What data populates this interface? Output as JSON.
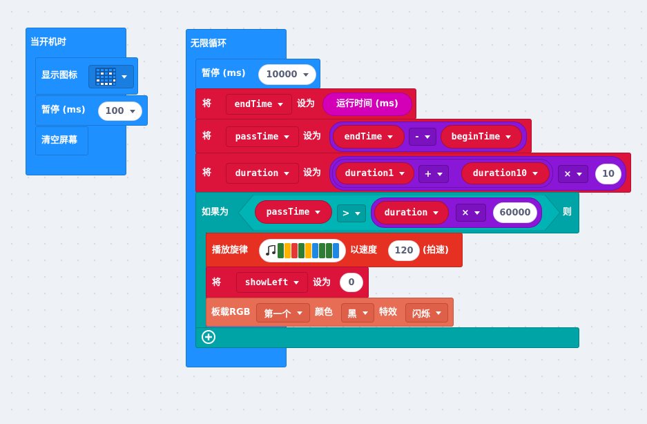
{
  "on_start": {
    "hat": "当开机时",
    "show_icon": {
      "label": "显示图标",
      "icon": "smiley-led-icon"
    },
    "pause": {
      "label": "暂停 (ms)",
      "value": "100"
    },
    "clear": {
      "label": "清空屏幕"
    }
  },
  "forever": {
    "hat": "无限循环",
    "pause": {
      "label": "暂停 (ms)",
      "value": "10000"
    },
    "set1": {
      "keyword": "将",
      "var": "endTime",
      "to": "设为",
      "value": "运行时间 (ms)"
    },
    "set2": {
      "keyword": "将",
      "var": "passTime",
      "to": "设为",
      "left": "endTime",
      "op": "-",
      "right": "beginTime"
    },
    "set3": {
      "keyword": "将",
      "var": "duration",
      "to": "设为",
      "a": "duration1",
      "op1": "+",
      "b": "duration10",
      "op2": "×",
      "c": "10"
    },
    "if": {
      "label": "如果为",
      "left": "passTime",
      "cmp": ">",
      "a": "duration",
      "op": "×",
      "b": "60000",
      "then": "则"
    },
    "melody": {
      "label": "播放旋律",
      "speed_label": "以速度",
      "speed": "120",
      "unit": "(拍速)",
      "note_icon": "music-note-icon",
      "colors": [
        "#2e7d32",
        "#ffb300",
        "#e53935",
        "#2e7d32",
        "#ffb300",
        "#1e88e5",
        "#2e7d32",
        "#2e7d32",
        "#1e88e5"
      ]
    },
    "set4": {
      "keyword": "将",
      "var": "showLeft",
      "to": "设为",
      "value": "0"
    },
    "rgb": {
      "label": "板载RGB",
      "which": "第一个",
      "color_label": "颜色",
      "color": "黑",
      "effect_label": "特效",
      "effect": "闪烁"
    },
    "add_icon": "plus-circle-icon"
  }
}
